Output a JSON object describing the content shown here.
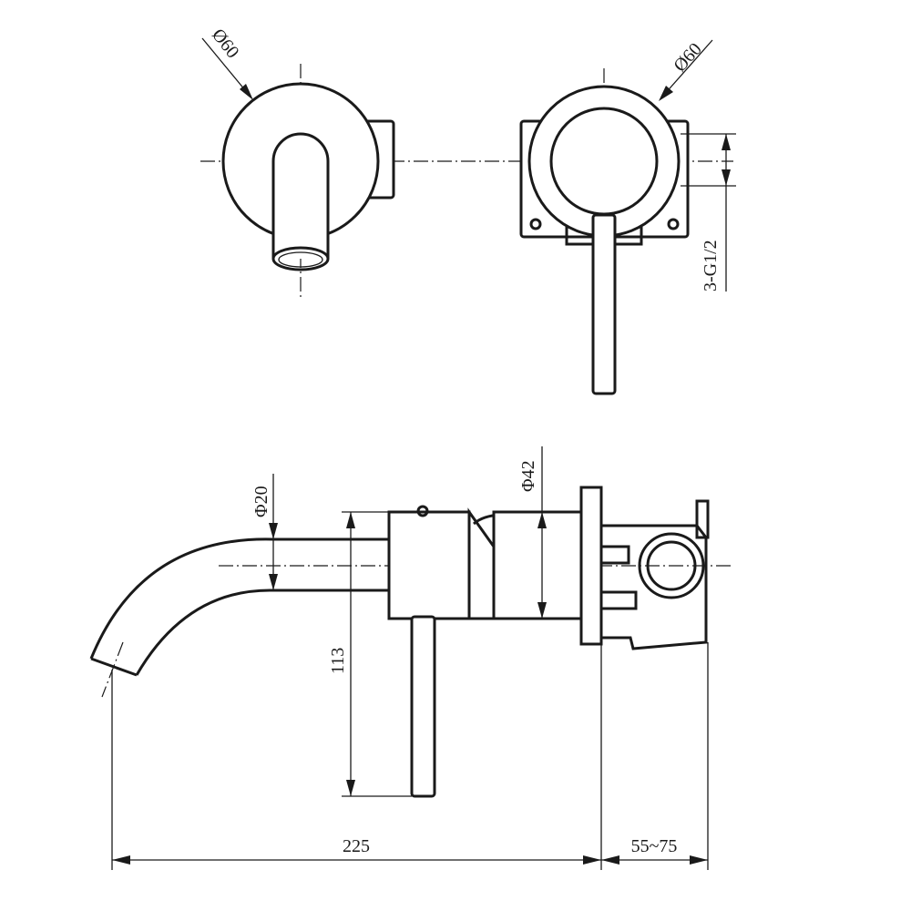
{
  "top_view_left": {
    "diameter_label": "Ø60"
  },
  "top_view_right": {
    "diameter_label": "Ø60",
    "port_label": "3-G1/2"
  },
  "side_view": {
    "spout_diameter_label": "Φ20",
    "body_diameter_label": "Φ42",
    "height_label": "113",
    "length_label": "225",
    "wall_depth_label": "55~75"
  },
  "colors": {
    "line": "#1a1a1a",
    "background": "#ffffff"
  }
}
